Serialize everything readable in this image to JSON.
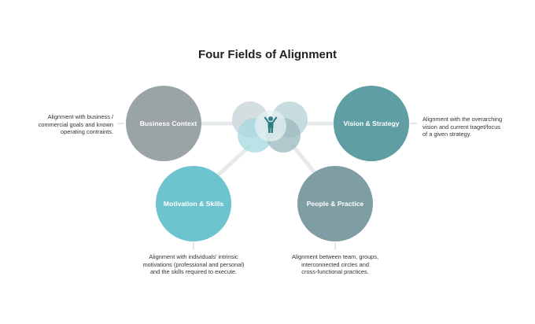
{
  "title": "Four Fields of Alignment",
  "colors": {
    "business": "#9aa3a5",
    "vision": "#5f9ea3",
    "motivation": "#6dc4cf",
    "people": "#7f9ea3",
    "connector": "#e6eaeb",
    "center_icon": "#2f7f85"
  },
  "center_icon": "person-arms-raised-icon",
  "fields": {
    "business": {
      "label": "Business Context",
      "description": "Alignment with business /\ncommercial goals and known\noperating contraints."
    },
    "vision": {
      "label": "Vision & Strategy",
      "description": "Alignment with the overarching\nvision and current traget/focus\nof a given strategy."
    },
    "motivation": {
      "label": "Motivation & Skills",
      "description": "Alignment with individuals' intrinsic\nmotivations (professional and personal)\nand the skills required to execute."
    },
    "people": {
      "label": "People & Practice",
      "description": "Alignment between team, groups,\ninterconnected circles and\ncross-functional practices."
    }
  }
}
